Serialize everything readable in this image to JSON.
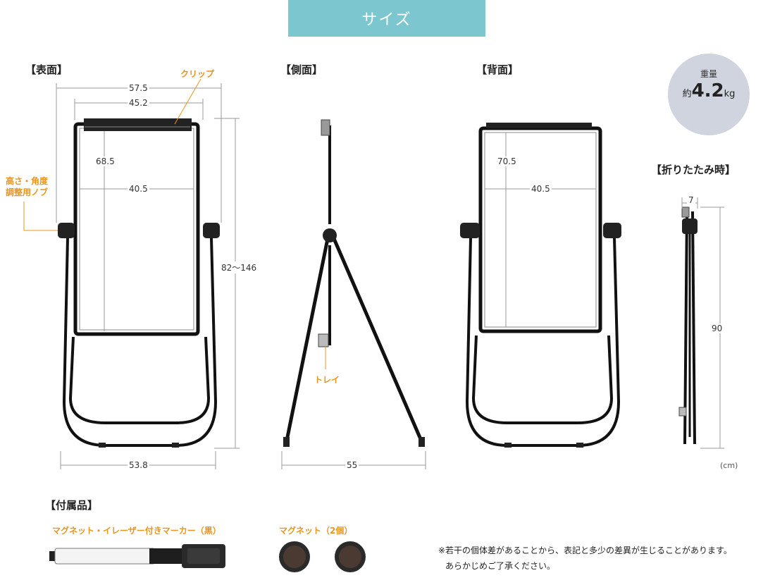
{
  "title": "サイズ",
  "front": {
    "label": "【表面】",
    "clip": "クリップ",
    "knob": [
      "高さ・角度",
      "調整用ノブ"
    ],
    "dims": {
      "total_width": "57.5",
      "board_width_outer": "45.2",
      "board_height": "68.5",
      "board_width": "40.5",
      "height_range": "82〜146",
      "base_width": "53.8"
    }
  },
  "side": {
    "label": "【側面】",
    "tray": "トレイ",
    "depth": "55"
  },
  "back": {
    "label": "【背面】",
    "dims": {
      "board_height": "70.5",
      "board_width": "40.5"
    }
  },
  "weight": {
    "label": "重量",
    "prefix": "約",
    "value": "4.2",
    "unit": "kg"
  },
  "folded": {
    "label": "【折りたたみ時】",
    "thickness": "7",
    "height": "90",
    "unit": "(cm)"
  },
  "accessories": {
    "label": "【付属品】",
    "marker": "マグネット・イレーザー付きマーカー（黒）",
    "magnets": "マグネット（2個）"
  },
  "notes": [
    "※若干の個体差があることから、表記と多少の差異が生じることがあります。",
    "あらかじめご了承ください。"
  ],
  "colors": {
    "banner": "#7cc7cf",
    "accent": "#e9951f",
    "weight_circle": "#cfd4de"
  }
}
